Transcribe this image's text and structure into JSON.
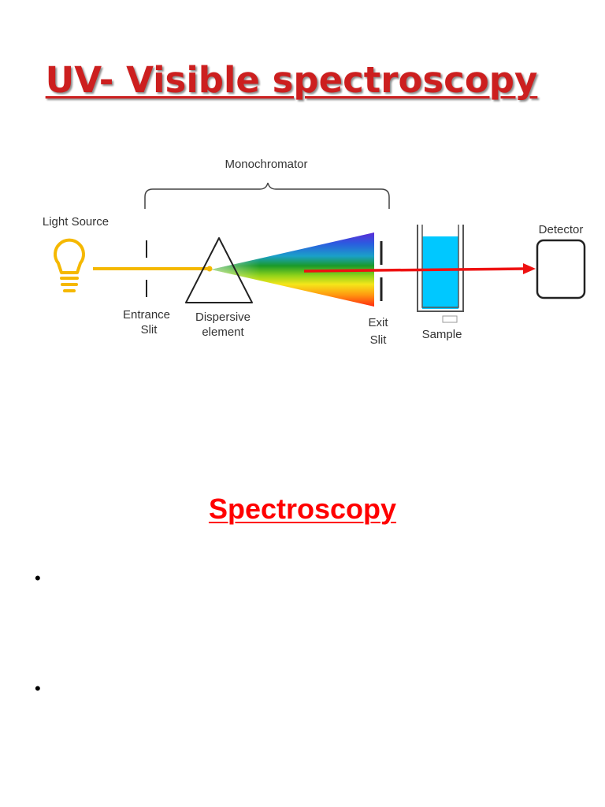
{
  "document": {
    "title": "UV- Visible spectroscopy"
  },
  "diagram": {
    "labels": {
      "monochromator": "Monochromator",
      "light_source": "Light Source",
      "detector": "Detector",
      "entrance_slit_line1": "Entrance",
      "entrance_slit_line2": "Slit",
      "dispersive_line1": "Dispersive",
      "dispersive_line2": "element",
      "exit_slit_line1": "Exit",
      "exit_slit_line2": "Slit",
      "sample": "Sample"
    },
    "icons": {
      "light_source": "lightbulb-icon",
      "prism": "prism-icon",
      "cuvette": "cuvette-icon",
      "detector": "detector-icon"
    },
    "colors": {
      "light_beam": "#f5b800",
      "output_beam": "#ee1111",
      "sample_liquid": "#00c8ff"
    }
  },
  "section": {
    "heading": "Spectroscopy"
  },
  "bullets": [
    {
      "text": ""
    },
    {
      "text": ""
    }
  ]
}
